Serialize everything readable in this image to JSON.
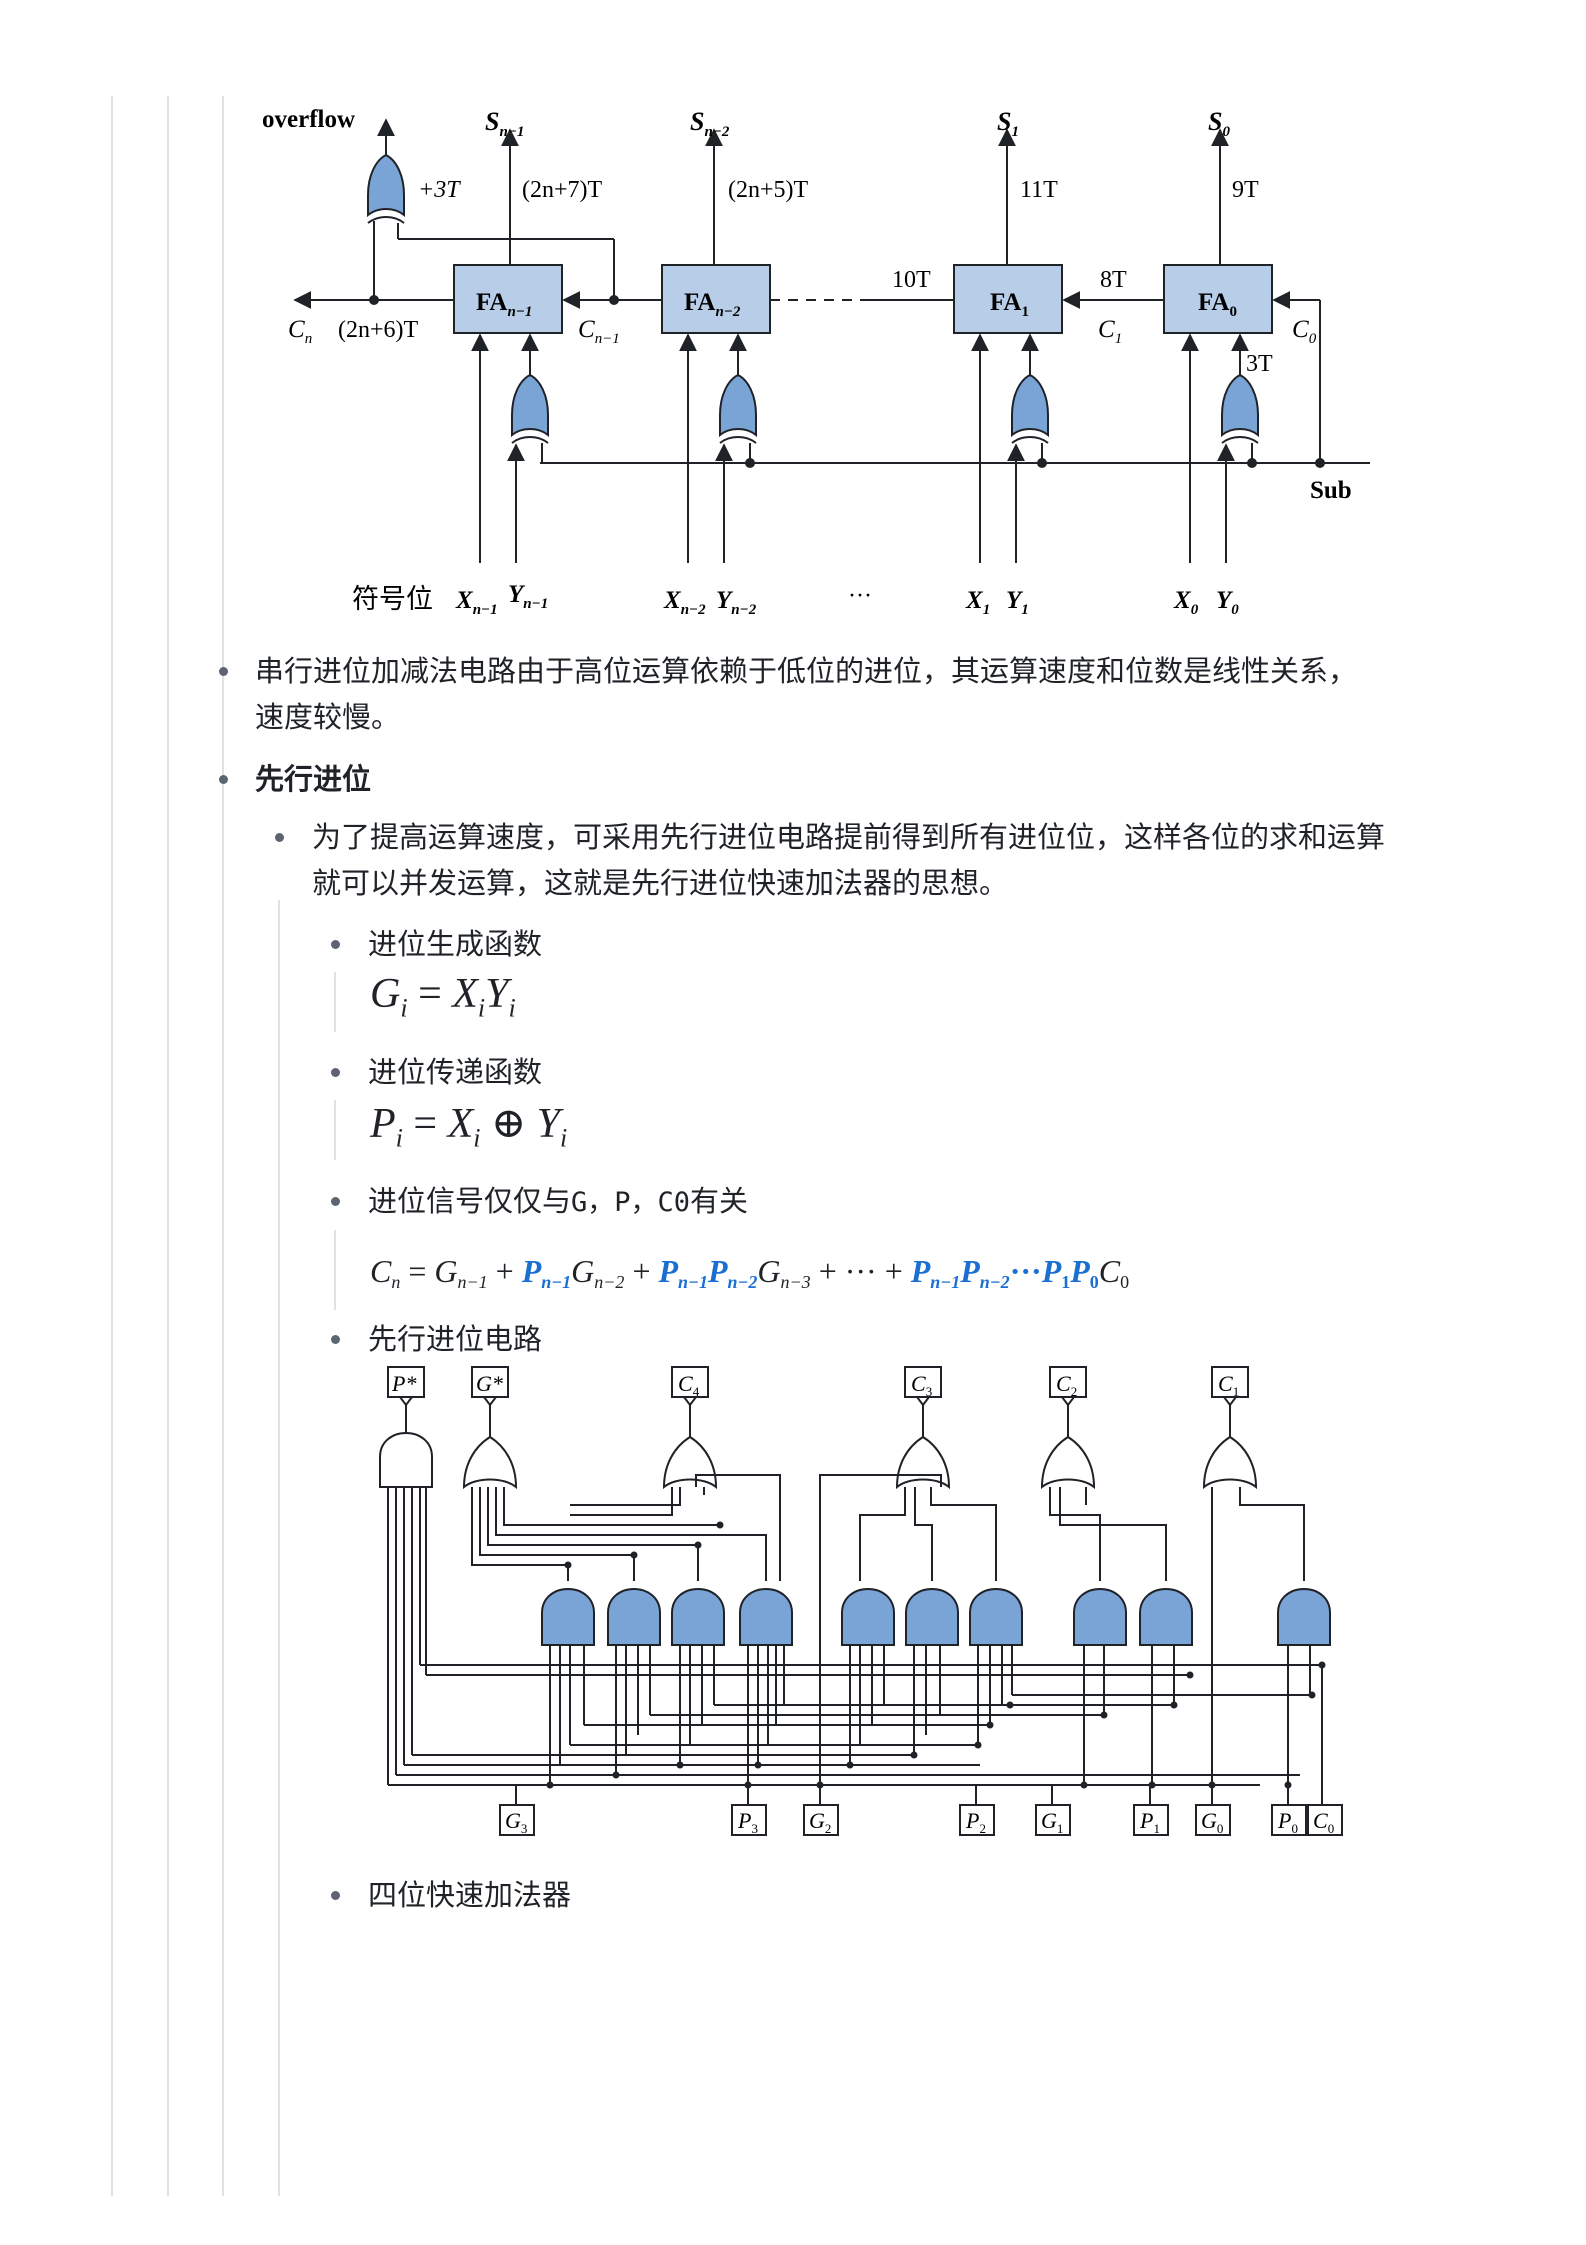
{
  "figure1": {
    "overflow": "overflow",
    "sub": "Sub",
    "sign_bit": "符号位",
    "dots": "···",
    "outputs": [
      "S",
      "S",
      "S",
      "S"
    ],
    "output_subs": [
      "n−1",
      "n−2",
      "1",
      "0"
    ],
    "delays": {
      "xor_overflow": "+3T",
      "s_n1": "(2n+7)T",
      "s_n2": "(2n+5)T",
      "s_1": "11T",
      "s_0": "9T",
      "cn": "(2n+6)T",
      "c_into_fa1": "10T",
      "c1": "8T",
      "xor0": "3T"
    },
    "adders": [
      "FA",
      "FA",
      "FA",
      "FA"
    ],
    "adder_subs": [
      "n−1",
      "n−2",
      "1",
      "0"
    ],
    "carry_labels": [
      "C",
      "C",
      "C",
      "C"
    ],
    "carry_subs": [
      "n",
      "n−1",
      "1",
      "0"
    ],
    "inputs": [
      "X",
      "Y",
      "X",
      "Y",
      "X",
      "Y",
      "X",
      "Y"
    ],
    "input_subs": [
      "n−1",
      "n−1",
      "n−2",
      "n−2",
      "1",
      "1",
      "0",
      "0"
    ]
  },
  "bullets": {
    "serial_note": "串行进位加减法电路由于高位运算依赖于低位的进位，其运算速度和位数是线性关系，",
    "serial_note_2": "速度较慢。",
    "lookahead_title": "先行进位",
    "lookahead_desc": "为了提高运算速度，可采用先行进位电路提前得到所有进位位，这样各位的求和运算",
    "lookahead_desc_2": "就可以并发运算，这就是先行进位快速加法器的思想。",
    "generate_fn": "进位生成函数",
    "propagate_fn": "进位传递函数",
    "carry_dep_prefix": "进位信号仅仅与",
    "carry_dep_vars": "G，P，C0",
    "carry_dep_suffix": "有关",
    "circuit_title": "先行进位电路",
    "four_bit_adder": "四位快速加法器"
  },
  "formulas": {
    "generate": {
      "lhs": "G",
      "lhs_sub": "i",
      "eq": "=",
      "a": "X",
      "a_sub": "i",
      "b": "Y",
      "b_sub": "i"
    },
    "propagate": {
      "lhs": "P",
      "lhs_sub": "i",
      "eq": "=",
      "a": "X",
      "a_sub": "i",
      "op": "⊕",
      "b": "Y",
      "b_sub": "i"
    }
  },
  "figure2": {
    "top_labels": [
      "P*",
      "G*",
      "C",
      "C",
      "C",
      "C"
    ],
    "top_subs": [
      "",
      "",
      "4",
      "3",
      "2",
      "1"
    ],
    "bottom_labels": [
      "G",
      "P",
      "G",
      "P",
      "G",
      "P",
      "G",
      "P",
      "C"
    ],
    "bottom_subs": [
      "3",
      "3",
      "2",
      "2",
      "1",
      "1",
      "0",
      "0",
      "0"
    ]
  },
  "colors": {
    "gate_fill": "#7aa3d6",
    "fa_fill": "#b7cde8",
    "highlight": "#1a6fd1",
    "guide": "#dfe1e5"
  }
}
